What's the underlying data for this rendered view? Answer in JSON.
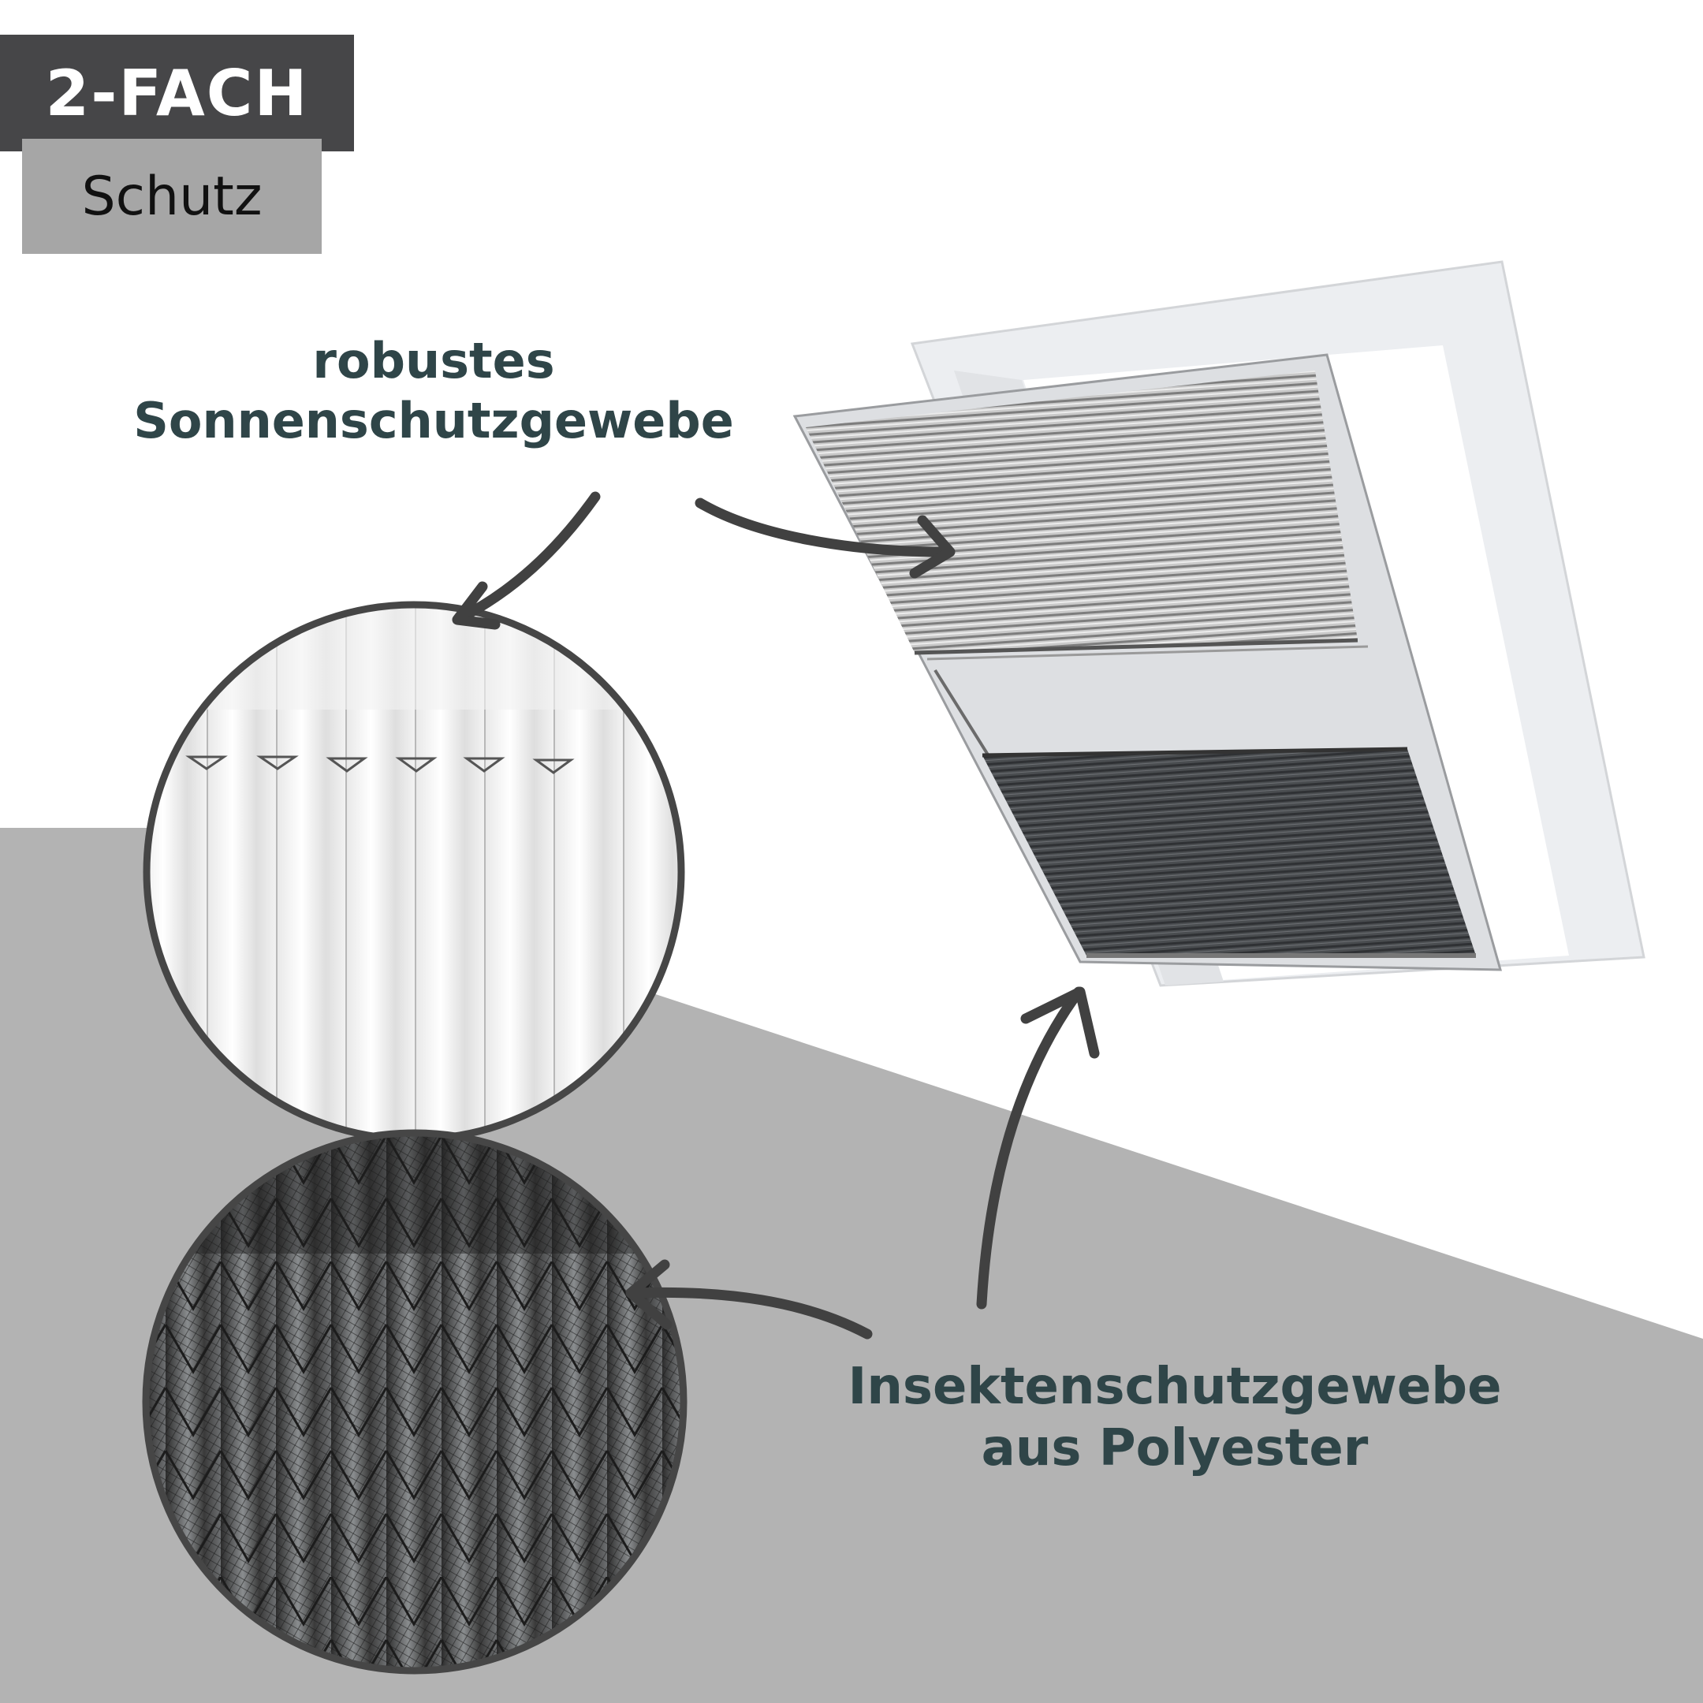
{
  "badge": {
    "top": "2-FACH",
    "bottom": "Schutz"
  },
  "callouts": {
    "sun": {
      "line1": "robustes",
      "line2": "Sonnenschutzgewebe"
    },
    "insect": {
      "line1": "Insektenschutzgewebe",
      "line2": "aus Polyester"
    }
  },
  "colors": {
    "badge_dark": "#464648",
    "badge_light": "#a6a6a6",
    "text_teal": "#2f4548",
    "gray_band": "#b3b3b3",
    "arrow": "#414141"
  }
}
